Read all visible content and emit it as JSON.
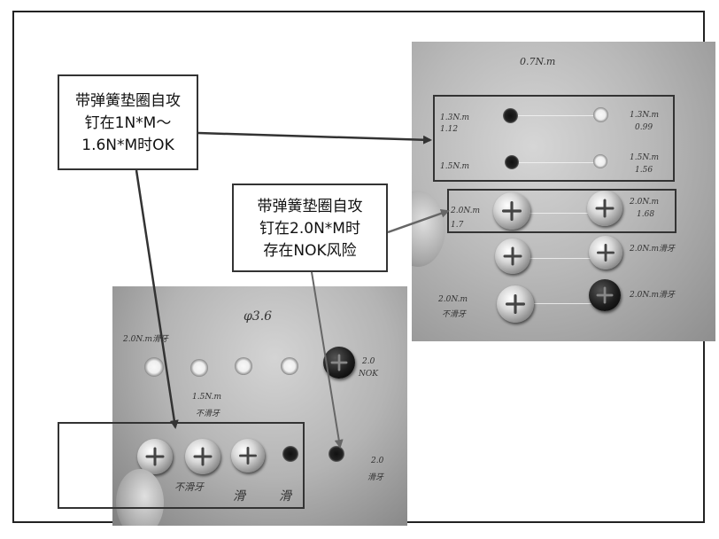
{
  "callouts": {
    "ok": {
      "line1": "带弹簧垫圈自攻",
      "line2": "钉在1N*M～",
      "line3": "1.6N*M时OK"
    },
    "nok": {
      "line1": "带弹簧垫圈自攻",
      "line2": "钉在2.0N*M时",
      "line3": "存在NOK风险"
    }
  },
  "photo_top": {
    "header": "0.7N.m",
    "left_labels": [
      "1.3N.m",
      "1.12",
      "1.5N.m",
      "2.0N.m",
      "1.7",
      "2.0N.m",
      "不滑牙"
    ],
    "right_labels": [
      "1.3N.m",
      "0.99",
      "1.5N.m",
      "1.56",
      "2.0N.m",
      "1.68",
      "2.0N.m滑牙",
      "2.0N.m滑牙"
    ]
  },
  "photo_bottom": {
    "labels": [
      "2.0N.m滑牙",
      "φ3.6",
      "2.0",
      "NOK",
      "1.5N.m",
      "不滑牙",
      "2.0",
      "滑牙",
      "不滑牙",
      "滑",
      "滑"
    ]
  }
}
